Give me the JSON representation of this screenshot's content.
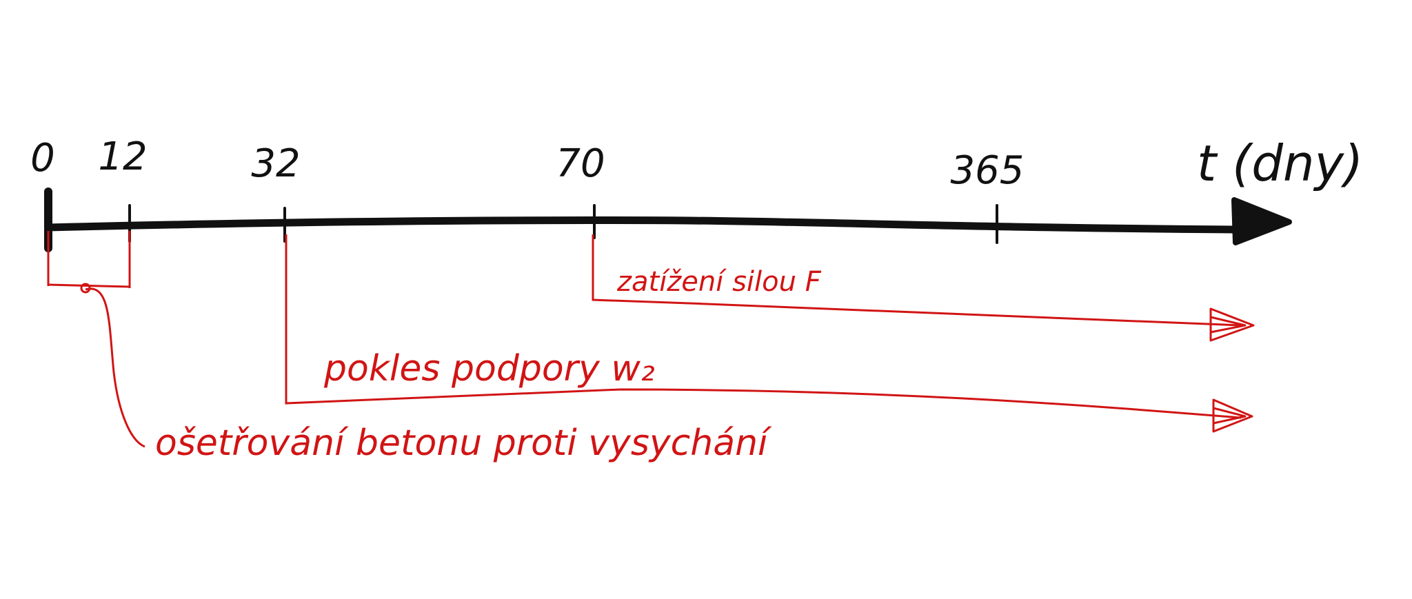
{
  "timeline": {
    "axis_label": "t (dny)",
    "ticks": [
      {
        "label": "0",
        "value": 0
      },
      {
        "label": "12",
        "value": 12
      },
      {
        "label": "32",
        "value": 32
      },
      {
        "label": "70",
        "value": 70
      },
      {
        "label": "365",
        "value": 365
      }
    ]
  },
  "annotations": {
    "curing": "ošetřování betonu proti vysychání",
    "support_settlement": "pokles podpory w₂",
    "loading": "zatížení silou F"
  },
  "colors": {
    "axis": "#111111",
    "annotation": "#d11414",
    "background": "#ffffff"
  }
}
